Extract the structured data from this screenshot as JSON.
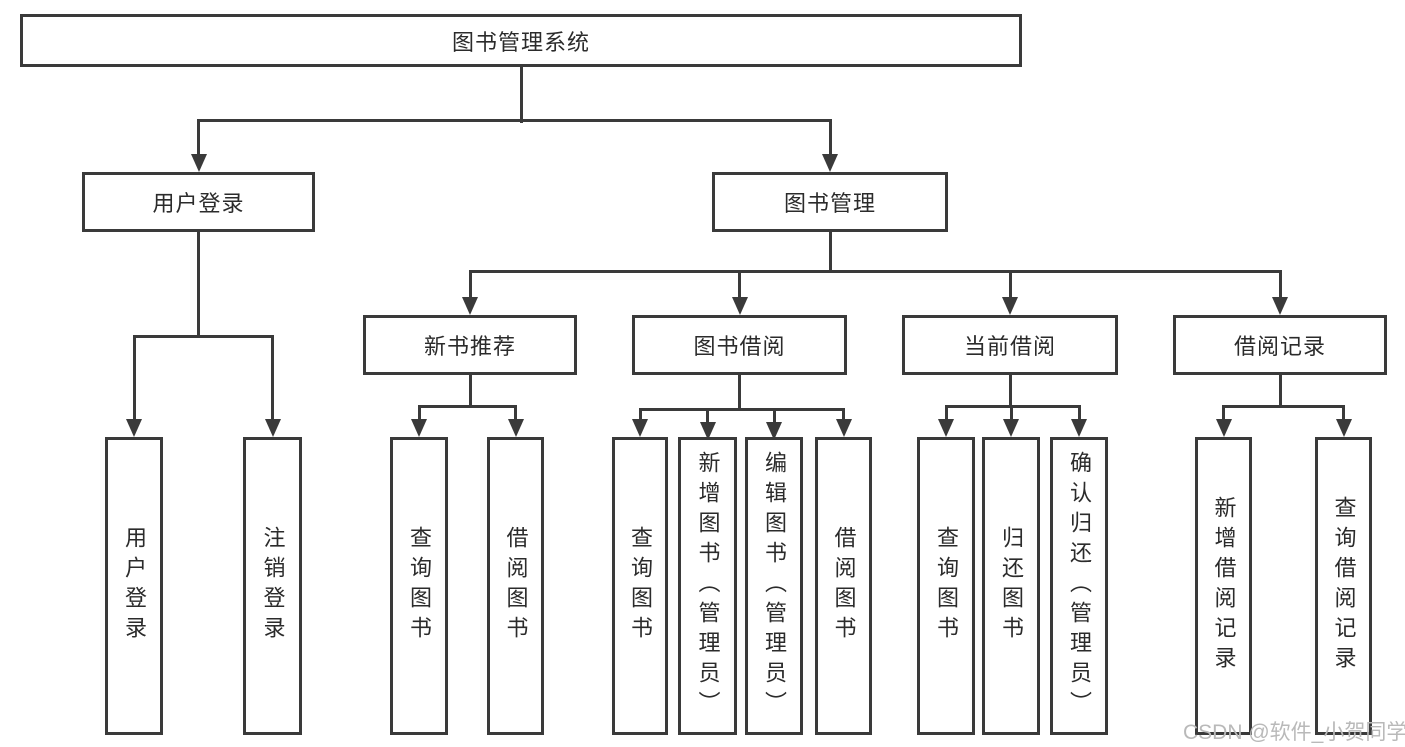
{
  "diagram": {
    "title": "图书管理系统",
    "watermark": "CSDN @软件_小贺同学",
    "colors": {
      "line": "#3a3a3a",
      "text": "#2b2b2b",
      "background": "#ffffff",
      "watermark": "#b9b9b9"
    },
    "nodes": {
      "root": "图书管理系统",
      "user_login": "用户登录",
      "book_mgmt": "图书管理",
      "new_book_rec": "新书推荐",
      "book_borrow": "图书借阅",
      "current_borrow": "当前借阅",
      "borrow_record": "借阅记录",
      "ul_login": "用户登录",
      "ul_logout": "注销登录",
      "nb_query": "查询图书",
      "nb_borrow": "借阅图书",
      "bb_query": "查询图书",
      "bb_add": "新增图书（管理员）",
      "bb_edit": "编辑图书（管理员）",
      "bb_borrow": "借阅图书",
      "cb_query": "查询图书",
      "cb_return": "归还图书",
      "cb_confirm": "确认归还（管理员）",
      "br_add": "新增借阅记录",
      "br_query": "查询借阅记录"
    }
  }
}
